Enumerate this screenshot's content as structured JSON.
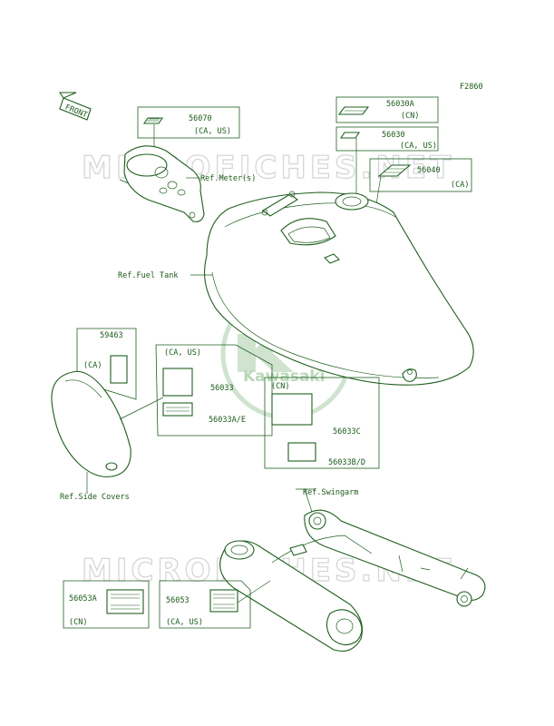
{
  "figure_id": "F2860",
  "front_arrow": "FRONT",
  "watermark": {
    "text": "MICROFICHES.NET",
    "logo_text": "Kawasaki"
  },
  "labels": {
    "p56070": "56070",
    "p56070_region": "(CA, US)",
    "ref_meter": "Ref.Meter(s)",
    "p56030A": "56030A",
    "p56030A_region": "(CN)",
    "p56030": "56030",
    "p56030_region": "(CA, US)",
    "p56040": "56040",
    "p56040_region": "(CA)",
    "ref_fuel_tank": "Ref.Fuel Tank",
    "p59463": "59463",
    "p59463_region": "(CA)",
    "group_ca_us": "(CA, US)",
    "p56033": "56033",
    "p56033AE": "56033A/E",
    "group_cn": "(CN)",
    "p56033C": "56033C",
    "p56033BD": "56033B/D",
    "ref_side_covers": "Ref.Side Covers",
    "ref_swingarm": "Ref.Swingarm",
    "p56053A": "56053A",
    "p56053A_region": "(CN)",
    "p56053": "56053",
    "p56053_region": "(CA, US)"
  },
  "colors": {
    "line": "#1f5f1f",
    "text": "#1a5a1a",
    "watermark": "#d4d4d4"
  }
}
